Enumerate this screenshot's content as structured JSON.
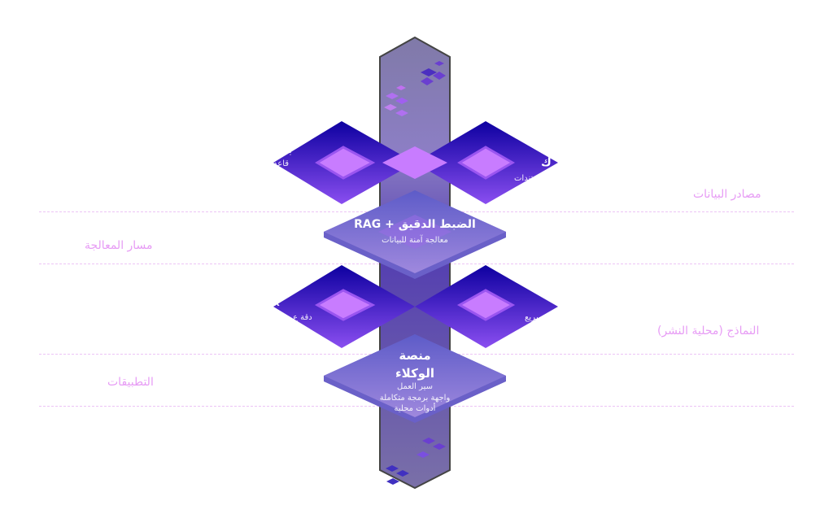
{
  "layers": {
    "data_sources": "مصادر البيانات",
    "processing": "مسار المعالجة",
    "models": "النماذج (محلية النشر)",
    "applications": "التطبيقات"
  },
  "nodes": {
    "top_left": {
      "title": "بي",
      "sub": "قاعد"
    },
    "top_right": {
      "title": "ك",
      "sub": "تندات"
    },
    "rag": {
      "title": "الضبط الدقيق + RAG",
      "sub": "معالجة آمنة للبيانات"
    },
    "mid_left": {
      "title": "X",
      "sub": "دقة ع"
    },
    "mid_right": {
      "title": "",
      "sub": "سريع"
    },
    "agents": {
      "title1": "منصة",
      "title2": "الوكلاء",
      "lines": [
        "سير العمل",
        "واجهة برمجة متكاملة",
        "أدوات محلية"
      ]
    }
  },
  "colors": {
    "dark": "#0f00a0",
    "mid": "#7a3fe0",
    "light": "#c87cff",
    "label": "#e79cf5"
  }
}
